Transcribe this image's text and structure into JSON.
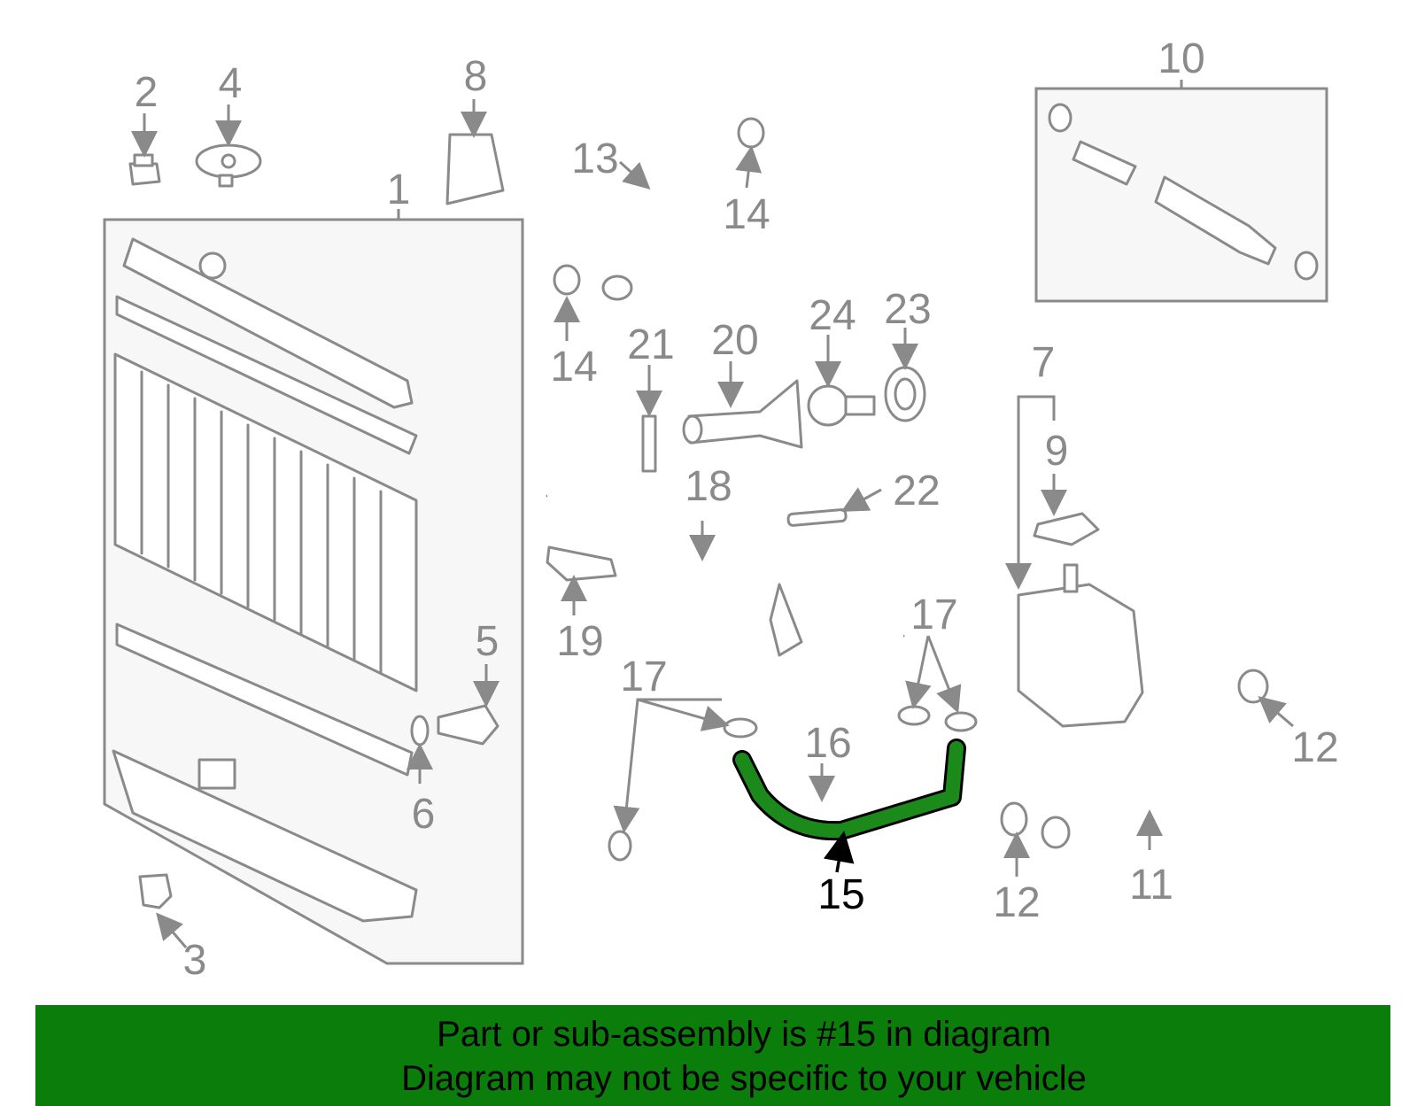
{
  "callouts": {
    "c1": "1",
    "c2": "2",
    "c3": "3",
    "c4": "4",
    "c5": "5",
    "c6": "6",
    "c7": "7",
    "c8": "8",
    "c9": "9",
    "c10": "10",
    "c11": "11",
    "c12a": "12",
    "c12b": "12",
    "c13": "13",
    "c14a": "14",
    "c14b": "14",
    "c15": "15",
    "c16": "16",
    "c17a": "17",
    "c17b": "17",
    "c18": "18",
    "c19": "19",
    "c20": "20",
    "c21": "21",
    "c22": "22",
    "c23": "23",
    "c24": "24"
  },
  "highlight": {
    "part": "15",
    "color": "#1b8a1b"
  },
  "banner": {
    "line1": "Part or sub-assembly is #15 in diagram",
    "line2": "Diagram may not be specific to your vehicle",
    "background": "#0a7d0a"
  }
}
